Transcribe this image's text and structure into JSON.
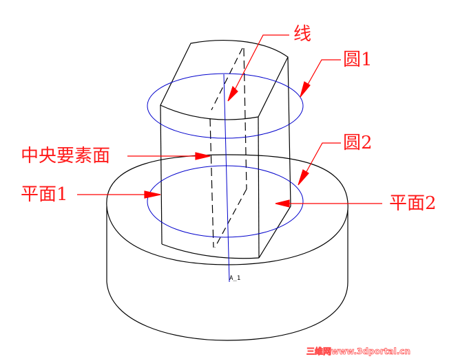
{
  "diagram": {
    "labels": {
      "line": "线",
      "circle1": "圆1",
      "circle2": "圆2",
      "center_plane": "中央要素面",
      "plane1": "平面1",
      "plane2": "平面2"
    },
    "axis_tag": "A_1",
    "watermark": "三维网www.3dportal.cn",
    "colors": {
      "annotation": "#ff0000",
      "model_edges": "#000000",
      "circles_axis": "#0000cc",
      "background": "#ffffff"
    }
  }
}
